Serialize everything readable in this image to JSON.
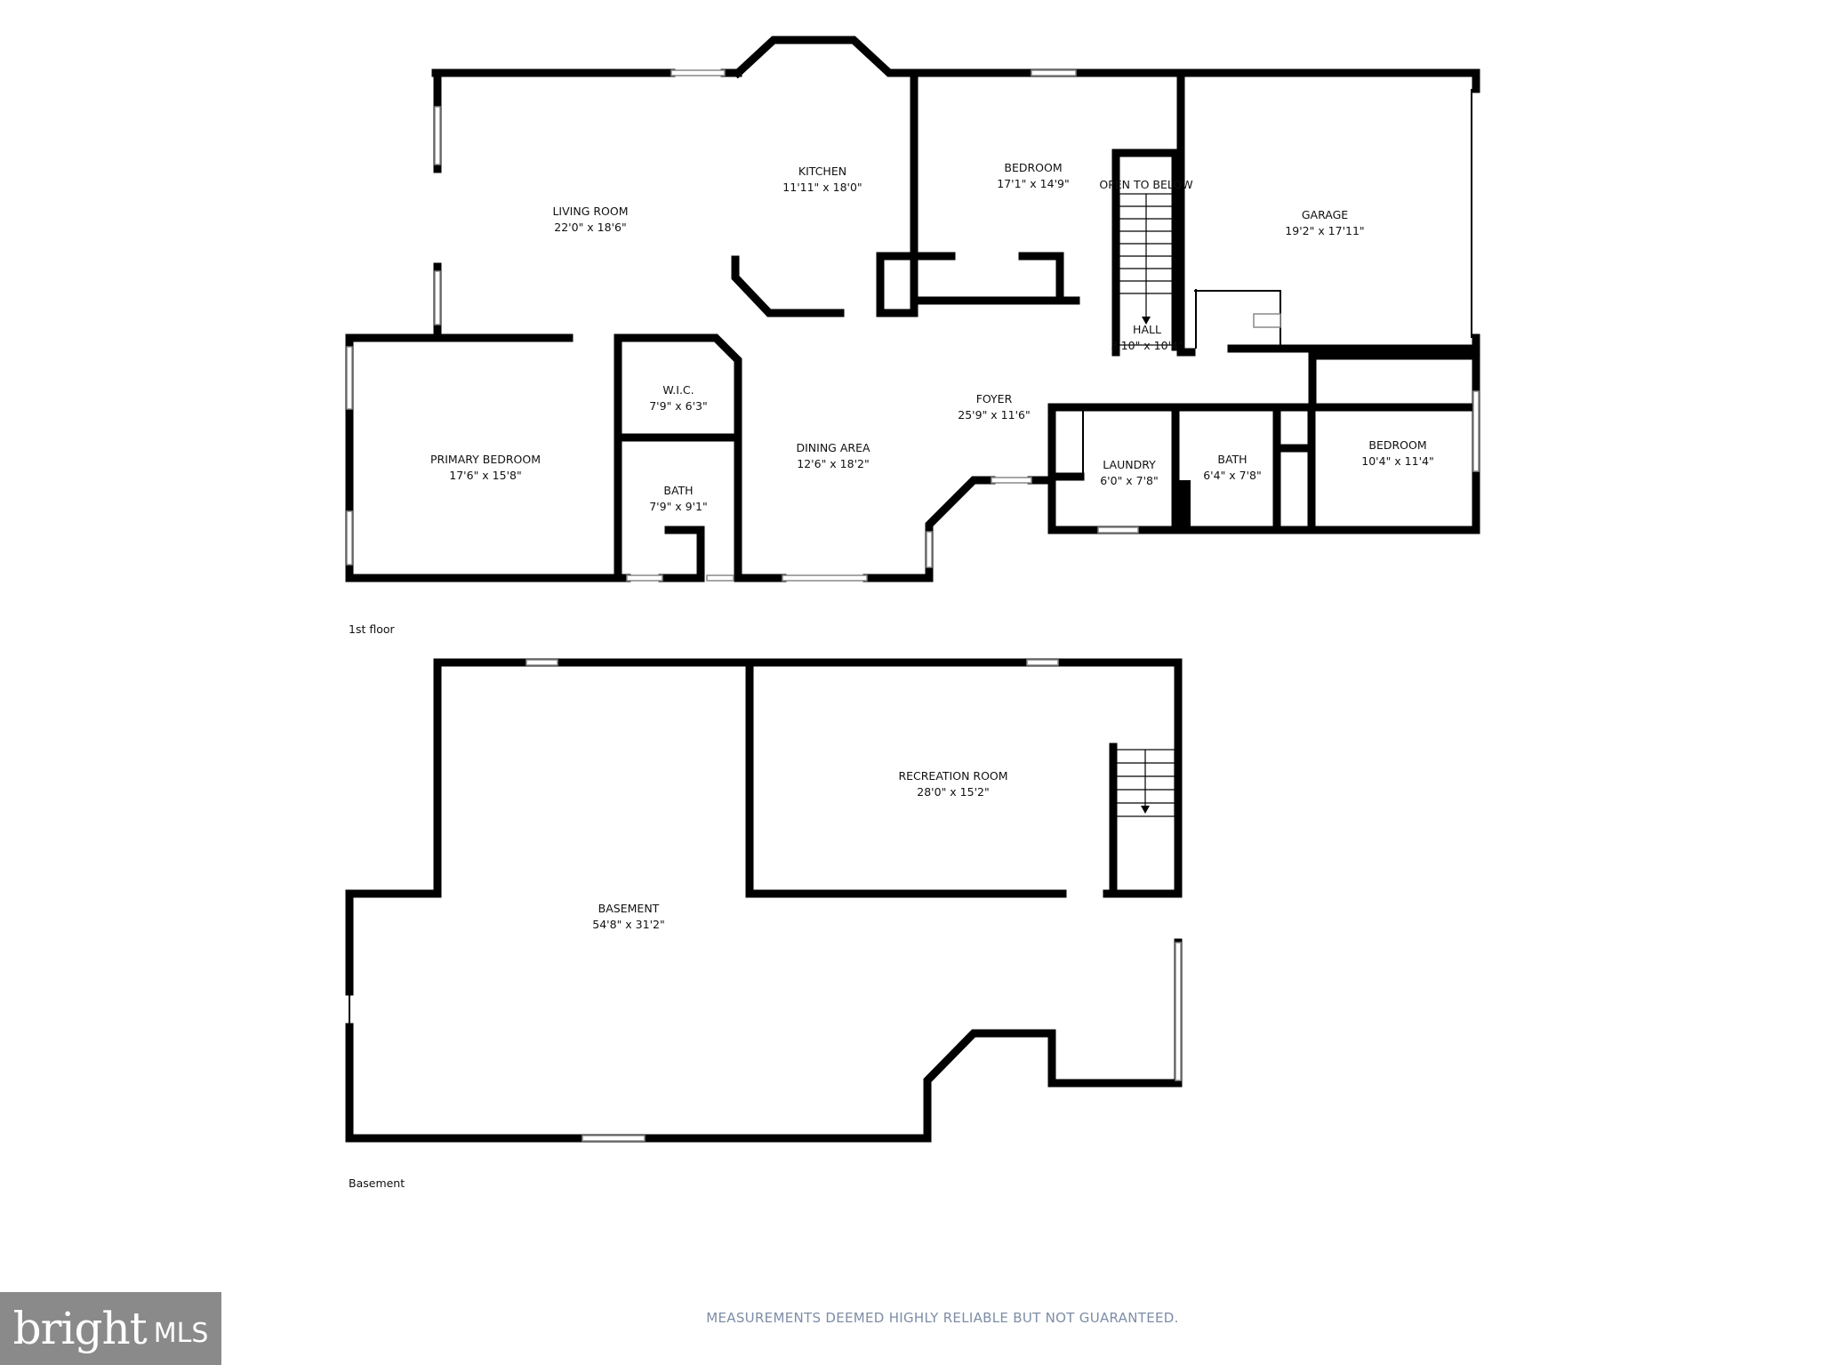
{
  "floors": [
    {
      "label": "1st floor",
      "rooms": [
        {
          "name": "LIVING ROOM",
          "dims": "22'0\" x 18'6\""
        },
        {
          "name": "KITCHEN",
          "dims": "11'11\" x 18'0\""
        },
        {
          "name": "BEDROOM",
          "dims": "17'1\" x 14'9\""
        },
        {
          "name": "OPEN TO BELOW",
          "dims": ""
        },
        {
          "name": "GARAGE",
          "dims": "19'2\" x 17'11\""
        },
        {
          "name": "HALL",
          "dims": "3'10\" x 10'4\""
        },
        {
          "name": "W.I.C.",
          "dims": "7'9\" x 6'3\""
        },
        {
          "name": "PRIMARY BEDROOM",
          "dims": "17'6\" x 15'8\""
        },
        {
          "name": "BATH",
          "dims": "7'9\" x 9'1\""
        },
        {
          "name": "DINING AREA",
          "dims": "12'6\" x 18'2\""
        },
        {
          "name": "FOYER",
          "dims": "25'9\" x 11'6\""
        },
        {
          "name": "LAUNDRY",
          "dims": "6'0\" x 7'8\""
        },
        {
          "name": "BATH",
          "dims": "6'4\" x 7'8\""
        },
        {
          "name": "BEDROOM",
          "dims": "10'4\" x 11'4\""
        }
      ]
    },
    {
      "label": "Basement",
      "rooms": [
        {
          "name": "RECREATION ROOM",
          "dims": "28'0\" x 15'2\""
        },
        {
          "name": "BASEMENT",
          "dims": "54'8\" x 31'2\""
        }
      ]
    }
  ],
  "disclaimer": "MEASUREMENTS DEEMED HIGHLY RELIABLE BUT NOT GUARANTEED.",
  "logo": {
    "word": "bright",
    "suffix": "MLS"
  },
  "colors": {
    "wall": "#000000",
    "logo_bg": "#8a8a8a",
    "disclaimer": "#7d8da6"
  }
}
